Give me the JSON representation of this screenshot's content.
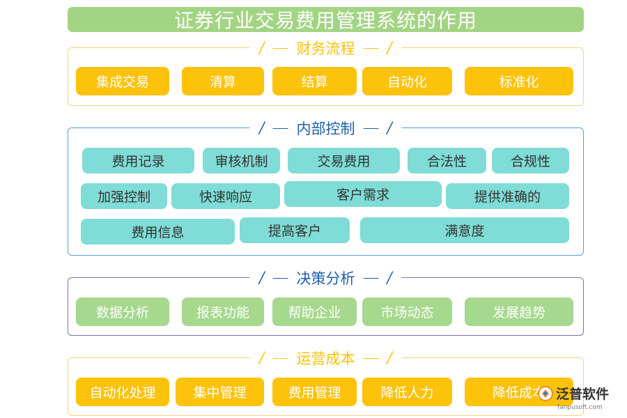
{
  "title": "证券行业交易费用管理系统的作用",
  "colors": {
    "title_bg": "#a3d483",
    "yellow": "#fdc20a",
    "yellow_border": "#f2d27a",
    "teal": "#7fdcd6",
    "blue_border": "#5b9bd5",
    "blue_text": "#1f5ea8",
    "green_tile": "#a6d88d",
    "purple_border": "#7b6fb8",
    "dark_text": "#333333"
  },
  "sections": [
    {
      "heading": "财务流程",
      "items": [
        "集成交易",
        "清算",
        "结算",
        "自动化",
        "标准化"
      ]
    },
    {
      "heading": "内部控制",
      "items": [
        "费用记录",
        "审核机制",
        "交易费用",
        "合法性",
        "合规性",
        "加强控制",
        "快速响应",
        "客户需求",
        "提供准确的",
        "费用信息",
        "提高客户",
        "满意度"
      ]
    },
    {
      "heading": "决策分析",
      "items": [
        "数据分析",
        "报表功能",
        "帮助企业",
        "市场动态",
        "发展趋势"
      ]
    },
    {
      "heading": "运营成本",
      "items": [
        "自动化处理",
        "集中管理",
        "费用管理",
        "降低人力",
        "降低成本"
      ]
    }
  ],
  "logo": {
    "name": "泛普软件",
    "icon": "fanpu-logo-icon",
    "url": "fanpusoft.com"
  }
}
